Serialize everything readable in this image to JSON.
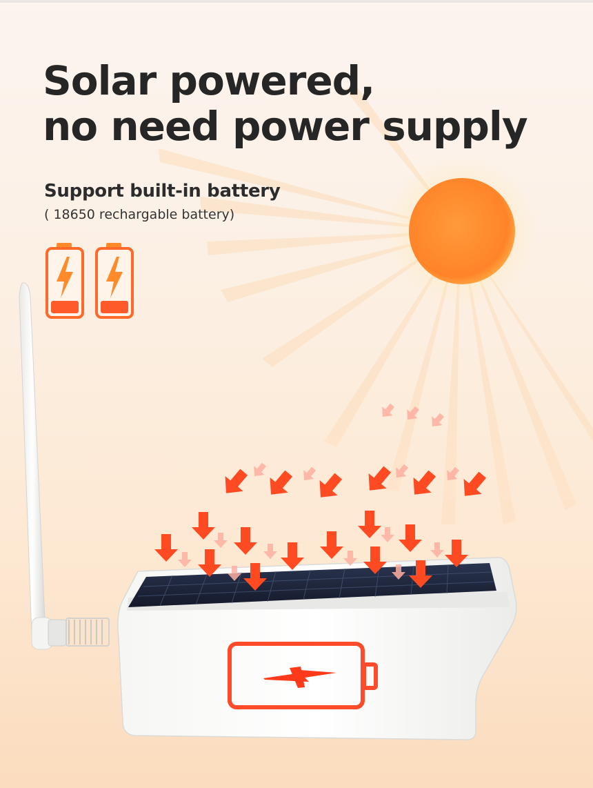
{
  "headline": {
    "line1": "Solar powered,",
    "line2": "no need power supply"
  },
  "battery_heading": "Support built-in battery",
  "battery_note": "( 18650 rechargable battery)",
  "icons": {
    "sun": "sun-icon",
    "battery": "battery-charging-icon",
    "arrow": "arrow-down-icon",
    "lightning": "lightning-icon"
  },
  "colors": {
    "accent": "#ff5a2a",
    "sun": "#ff8a2a",
    "text": "#262626",
    "background": "#fcefe2"
  }
}
